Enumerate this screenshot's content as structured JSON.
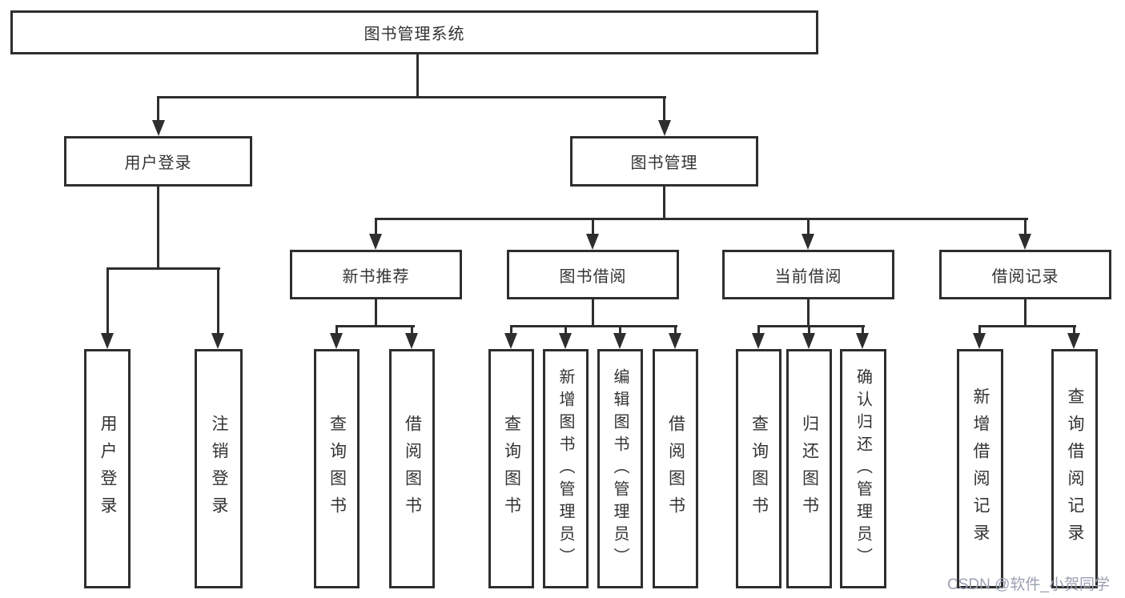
{
  "diagram": {
    "root": "图书管理系统",
    "branches": [
      {
        "label": "用户登录",
        "children": [
          "用户登录",
          "注销登录"
        ]
      },
      {
        "label": "图书管理",
        "children": [
          {
            "label": "新书推荐",
            "children": [
              "查询图书",
              "借阅图书"
            ]
          },
          {
            "label": "图书借阅",
            "children": [
              "查询图书",
              "新增图书（管理员）",
              "编辑图书（管理员）",
              "借阅图书"
            ]
          },
          {
            "label": "当前借阅",
            "children": [
              "查询图书",
              "归还图书",
              "确认归还（管理员）"
            ]
          },
          {
            "label": "借阅记录",
            "children": [
              "新增借阅记录",
              "查询借阅记录"
            ]
          }
        ]
      }
    ]
  },
  "watermark": "CSDN @软件_小贺同学",
  "colors": {
    "line": "#2e2e2e",
    "text": "#333333",
    "watermark": "#9aa0b2",
    "background": "#ffffff"
  }
}
